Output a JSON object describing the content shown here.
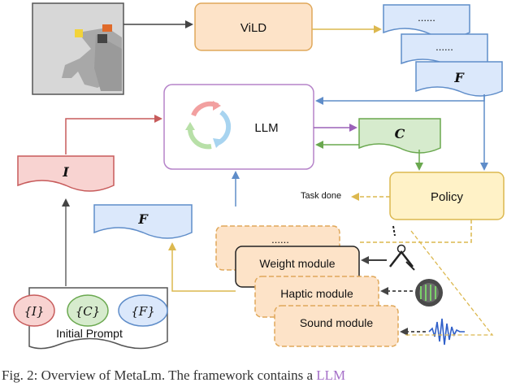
{
  "boxes": {
    "vild": "ViLD",
    "llm": "LLM",
    "policy": "Policy",
    "f_top_dots_1": "......",
    "f_top_dots_2": "......",
    "f_top_label": "F",
    "c_label": "C",
    "i_label": "I",
    "f_mid_label": "F"
  },
  "task_done": "Task done",
  "modules": {
    "dots": "......",
    "weight": "Weight module",
    "haptic": "Haptic module",
    "sound": "Sound module"
  },
  "prompt": {
    "i": "{I}",
    "c": "{C}",
    "f": "{F}",
    "label": "Initial Prompt"
  },
  "caption": {
    "text": "Fig. 2: Overview of MetaLm. The framework contains a ",
    "highlight": "LLM"
  },
  "colors": {
    "orange_fill": "#fde3c8",
    "orange_stroke": "#e0a85a",
    "blue_fill": "#dbe8fb",
    "blue_stroke": "#5f8dc9",
    "green_fill": "#d6ebcd",
    "green_stroke": "#6aa84f",
    "red_fill": "#f8d3d1",
    "red_stroke": "#c75b5b",
    "purple_stroke": "#b583c9",
    "yellow_fill": "#fff2c7",
    "yellow_stroke": "#dcb84f"
  }
}
